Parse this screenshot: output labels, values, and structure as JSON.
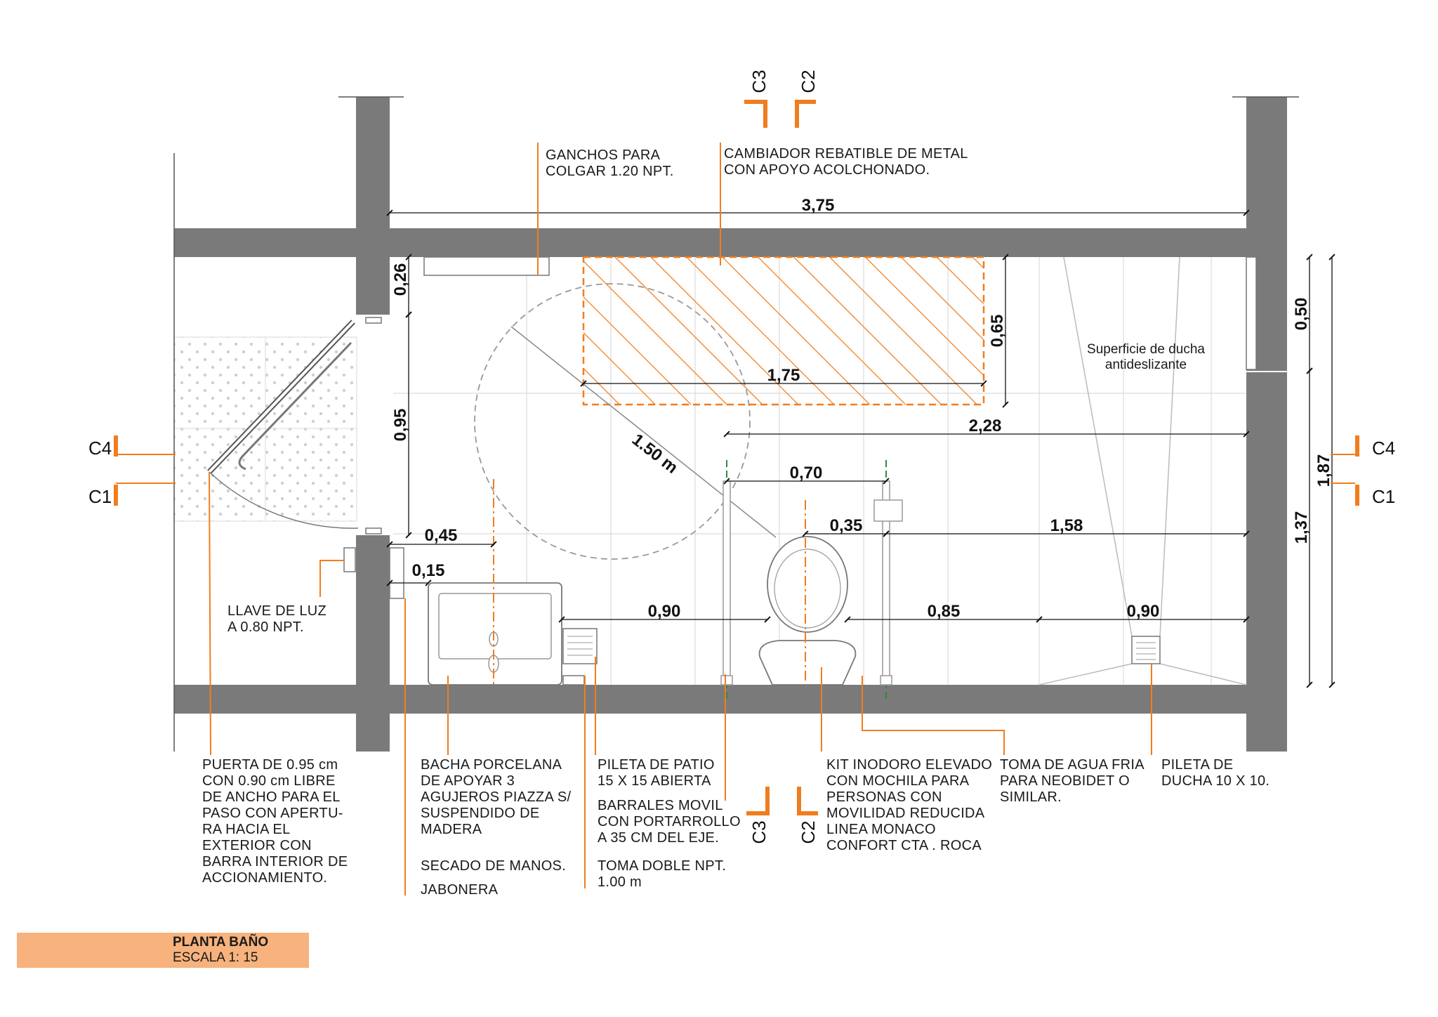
{
  "dimensions": {
    "d_375": "3,75",
    "d_175": "1,75",
    "d_065": "0,65",
    "d_026": "0,26",
    "d_095": "0,95",
    "d_228": "2,28",
    "d_070": "0,70",
    "d_035": "0,35",
    "d_158": "1,58",
    "d_045": "0,45",
    "d_015": "0,15",
    "d_090a": "0,90",
    "d_085": "0,85",
    "d_090b": "0,90",
    "d_050": "0,50",
    "d_187": "1,87",
    "d_137": "1,37",
    "d_150m": "1.50 m"
  },
  "cut_marks": {
    "c1": "C1",
    "c2": "C2",
    "c3": "C3",
    "c4": "C4"
  },
  "shower_surface": [
    "Superficie de ducha",
    "antideslizante"
  ],
  "notes": {
    "ganchos": [
      "GANCHOS PARA",
      "COLGAR 1.20 NPT."
    ],
    "cambiador": [
      "CAMBIADOR REBATIBLE DE METAL",
      "CON APOYO ACOLCHONADO."
    ],
    "llave": [
      "LLAVE DE LUZ",
      "A  0.80 NPT."
    ],
    "puerta": [
      "PUERTA DE 0.95 cm",
      "CON 0.90 cm LIBRE",
      "DE ANCHO PARA EL",
      "PASO CON APERTU-",
      "RA HACIA EL",
      "EXTERIOR CON",
      "BARRA INTERIOR DE",
      "ACCIONAMIENTO."
    ],
    "bacha": [
      "BACHA PORCELANA",
      "DE APOYAR 3",
      "AGUJEROS PIAZZA S/",
      "SUSPENDIDO DE",
      "MADERA"
    ],
    "secado": [
      "SECADO DE MANOS."
    ],
    "jabonera": [
      "JABONERA"
    ],
    "pileta_patio": [
      "PILETA DE PATIO",
      "15 X 15 ABIERTA"
    ],
    "barrales": [
      "BARRALES MOVIL",
      "CON PORTARROLLO",
      "A 35 CM DEL EJE."
    ],
    "toma_doble": [
      "TOMA DOBLE NPT.",
      "1.00 m"
    ],
    "kit": [
      "KIT INODORO ELEVADO",
      "CON MOCHILA PARA",
      "PERSONAS CON",
      "MOVILIDAD REDUCIDA",
      "LINEA MONACO",
      "CONFORT CTA . ROCA"
    ],
    "toma_agua": [
      "TOMA DE AGUA FRIA",
      "PARA NEOBIDET O",
      "SIMILAR."
    ],
    "pileta_ducha": [
      "PILETA DE",
      "DUCHA 10 X 10."
    ]
  },
  "title_block": {
    "title": "PLANTA BAÑO",
    "scale": "ESCALA 1: 15"
  },
  "colors": {
    "wall": "#7a7a7a",
    "accent": "#f07d1e",
    "title_fill": "#f7b27d",
    "dimension": "#111111",
    "grab_bar": "#2e8b3a"
  }
}
